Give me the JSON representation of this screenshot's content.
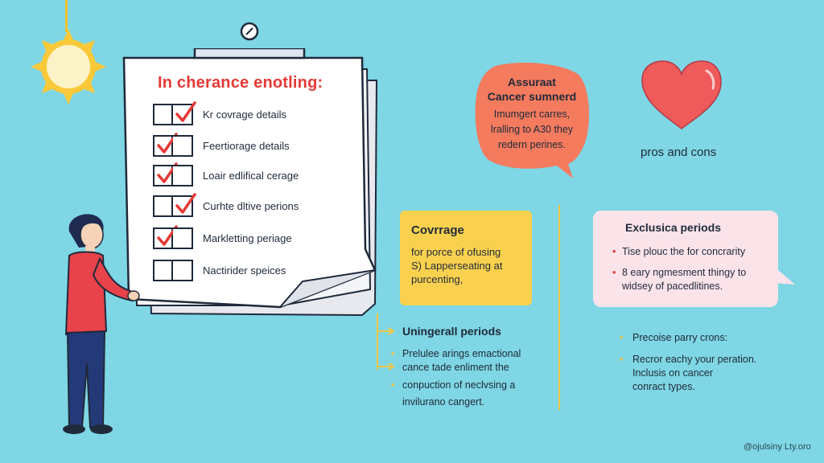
{
  "checklist": {
    "title": "In cherance enotling:",
    "items": [
      {
        "label": "Kr covrage details",
        "checked": true
      },
      {
        "label": "Feertiorage details",
        "checked": true
      },
      {
        "label": "Loair edlifical cerage",
        "checked": true
      },
      {
        "label": "Curhte dltive perions",
        "checked": true
      },
      {
        "label": "Markletting periage",
        "checked": true
      },
      {
        "label": "Nactirider speices",
        "checked": false
      }
    ]
  },
  "speech_bubble": {
    "title_lines": [
      "Assuraat",
      "Cancer sumnerd"
    ],
    "body_lines": [
      "Imumgert carres,",
      "lralling to A30 they",
      "redern perines."
    ]
  },
  "pros_cons": {
    "label": "pros and cons"
  },
  "coverage": {
    "title": "Covrrage",
    "lines": [
      "for porce of ofusing",
      "S) Lapperseating at",
      "purcenting,"
    ]
  },
  "exclusions": {
    "title": "Exclusica periods",
    "items": [
      "Tise plouc the for concrarity",
      "8 eary ngmesment thingy to widsey of pacedlitines."
    ]
  },
  "waiting": {
    "title": "Uningerall periods",
    "items": [
      {
        "text": "Prelulee arings emactional",
        "bullet": true
      },
      {
        "text": "cance tade enliment the",
        "bullet": false
      },
      {
        "text": "conpuction of neclvsing a",
        "bullet": true
      },
      {
        "text": "invilurano cangert.",
        "bullet": false
      }
    ]
  },
  "precise": {
    "items": [
      {
        "text": "Precoise parry crons:",
        "bullet": true
      },
      {
        "text": "Recror eachy your peration.",
        "bullet": true
      },
      {
        "text": "Inclusis on cancer",
        "bullet": false
      },
      {
        "text": "conract types.",
        "bullet": false
      }
    ]
  },
  "watermark": "@ojulsiny Lty.oro",
  "colors": {
    "background": "#7fd6e4",
    "accent_red": "#e53935",
    "orange_bubble": "#f47b5e",
    "yellow_card": "#fad14f",
    "pink_card": "#fbe3ea",
    "heart": "#ef5a5a",
    "sun": "#fbd54a"
  },
  "icons": [
    "sun-icon",
    "clipboard-icon",
    "check-icon",
    "heart-icon",
    "person-illustration"
  ]
}
